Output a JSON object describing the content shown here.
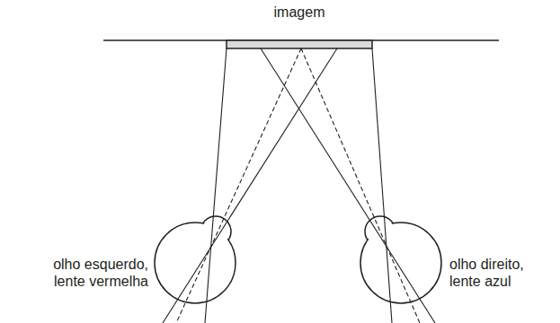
{
  "diagram": {
    "labels": [
      "imagem",
      "olho esquerdo, lente vermelha",
      "olho direito, lente azul"
    ]
  }
}
